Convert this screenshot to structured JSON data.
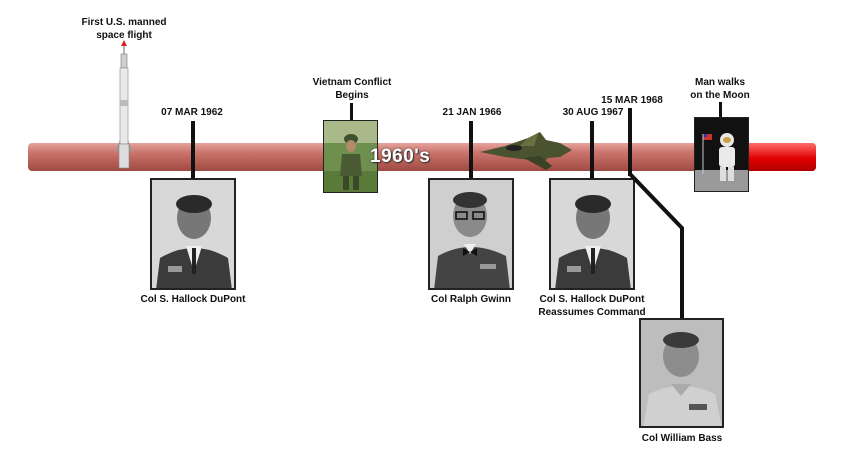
{
  "timeline": {
    "decade_label": "1960's",
    "colors": {
      "bar": "#b55d55",
      "bar_end": "#e00000",
      "tick": "#111111"
    }
  },
  "events": {
    "space_flight": {
      "caption": [
        "First U.S. manned",
        "space flight"
      ],
      "icon": "rocket-icon"
    },
    "dupont_1962": {
      "date": "07 MAR 1962",
      "caption": "Col S. Hallock DuPont",
      "icon": "portrait-photo"
    },
    "vietnam": {
      "caption": [
        "Vietnam Conflict",
        "Begins"
      ],
      "icon": "soldier-photo"
    },
    "gwinn_1966": {
      "date": "21 JAN 1966",
      "caption": "Col Ralph Gwinn",
      "icon": "portrait-photo"
    },
    "jet": {
      "icon": "fighter-jet-icon"
    },
    "dupont_1967": {
      "date": "30 AUG 1967",
      "caption": [
        "Col S. Hallock DuPont",
        "Reassumes Command"
      ],
      "icon": "portrait-photo"
    },
    "bass_1968": {
      "date": "15 MAR 1968",
      "caption": "Col William Bass",
      "icon": "portrait-photo"
    },
    "moon": {
      "caption": [
        "Man walks",
        "on the Moon"
      ],
      "icon": "astronaut-photo"
    }
  }
}
